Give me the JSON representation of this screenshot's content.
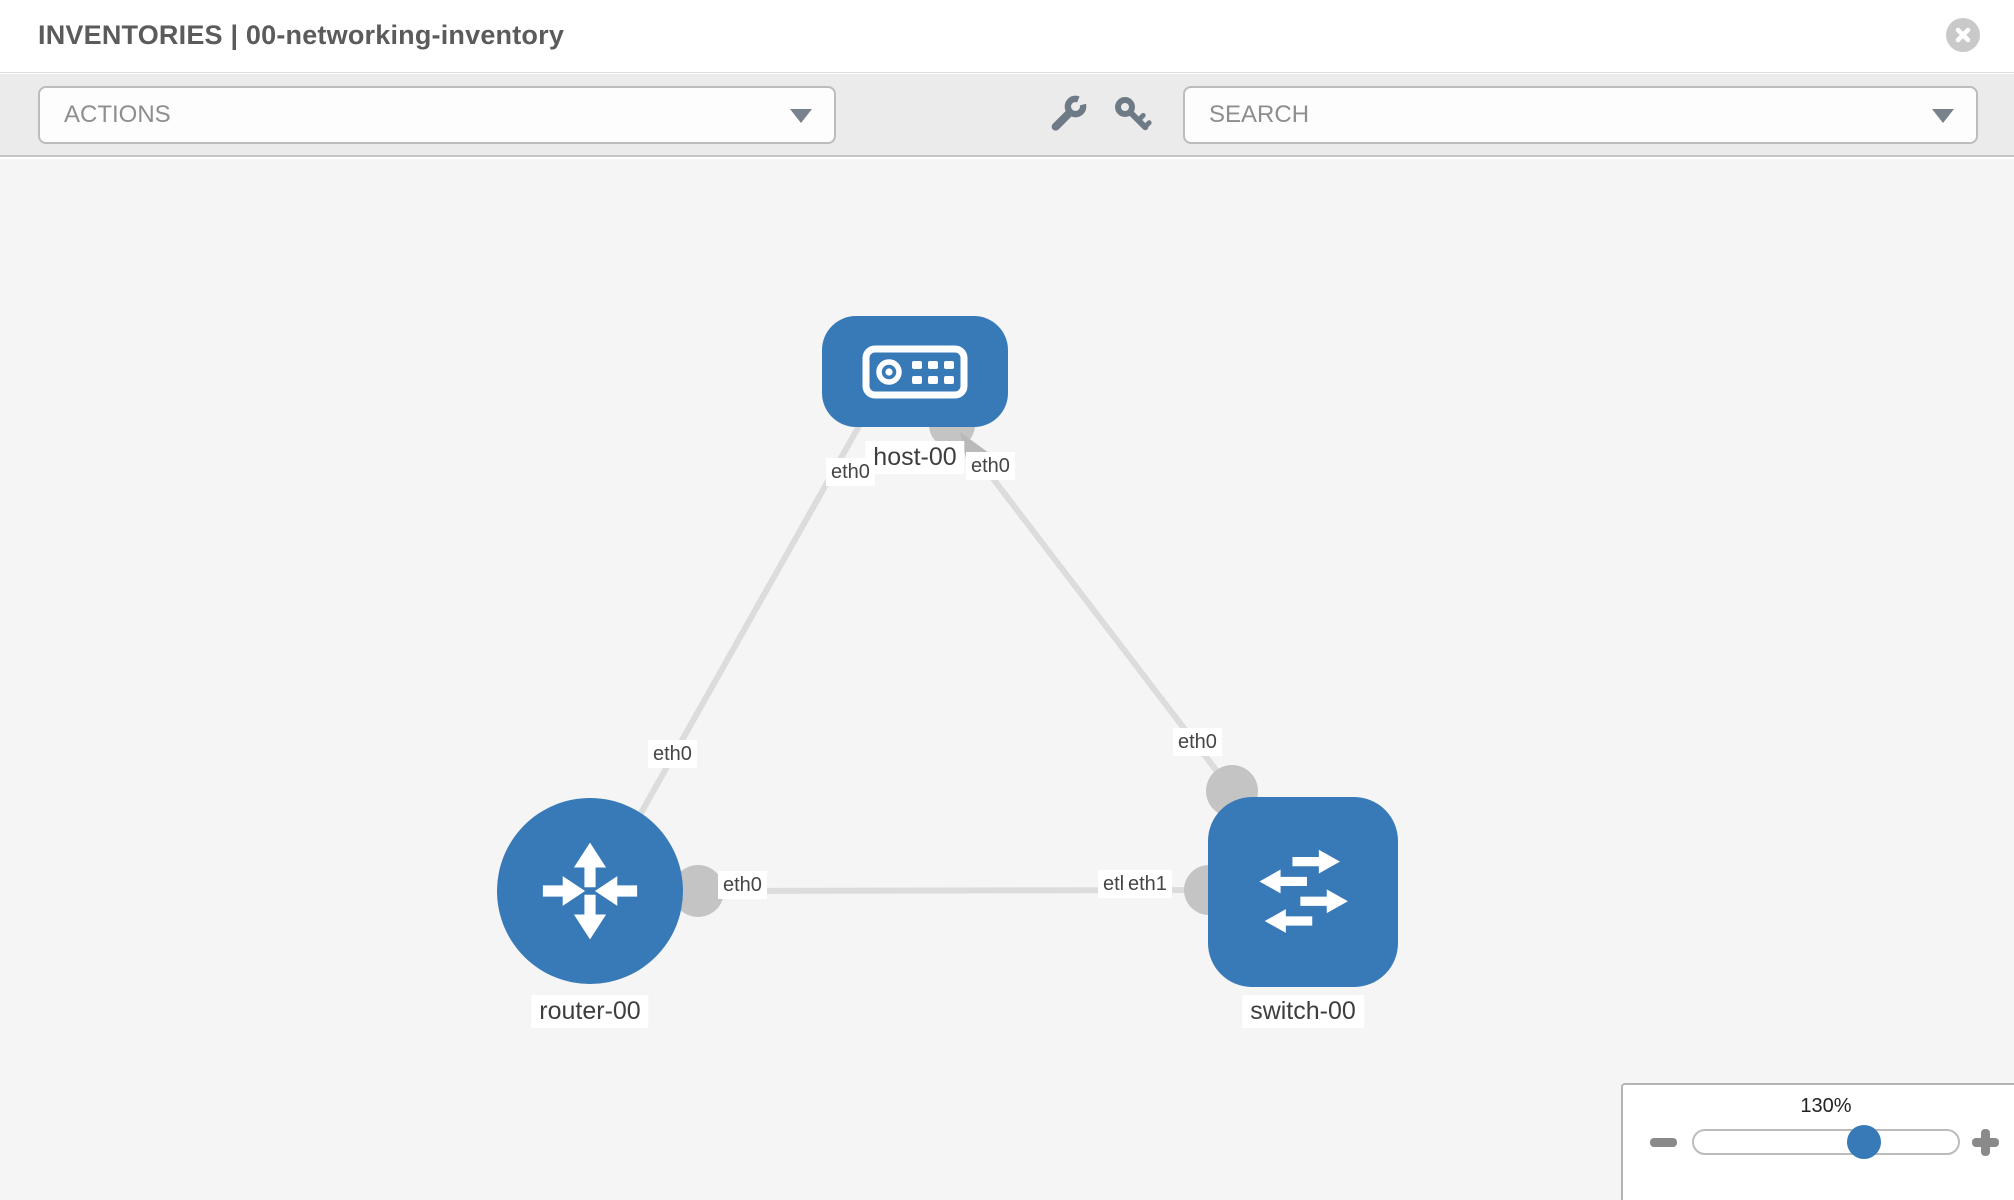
{
  "header": {
    "title": "INVENTORIES | 00-networking-inventory"
  },
  "toolbar": {
    "actions_dropdown": {
      "placeholder": "ACTIONS"
    },
    "search_dropdown": {
      "placeholder": "SEARCH"
    },
    "tools": [
      {
        "icon": "wrench-icon"
      },
      {
        "icon": "key-icon"
      }
    ]
  },
  "topology": {
    "nodes": [
      {
        "id": "host-00",
        "label": "host-00",
        "type": "host",
        "shape": "rounded-rect"
      },
      {
        "id": "router-00",
        "label": "router-00",
        "type": "router",
        "shape": "circle"
      },
      {
        "id": "switch-00",
        "label": "switch-00",
        "type": "switch",
        "shape": "rounded-square"
      }
    ],
    "links": [
      {
        "source": "host-00",
        "target": "router-00",
        "source_interface": "eth0",
        "target_interface": "eth0"
      },
      {
        "source": "host-00",
        "target": "switch-00",
        "source_interface": "eth0",
        "target_interface": "eth0"
      },
      {
        "source": "router-00",
        "target": "switch-00",
        "source_interface": "eth0",
        "target_interface": "eth1",
        "target_interface_duplicate": "eth1"
      }
    ],
    "colors": {
      "node_fill": "#377ab7",
      "link": "#dcdcdc",
      "interface_dot": "#c4c4c4",
      "canvas_bg": "#f5f5f5"
    }
  },
  "zoom_control": {
    "level_label": "130%",
    "percent": 130
  }
}
